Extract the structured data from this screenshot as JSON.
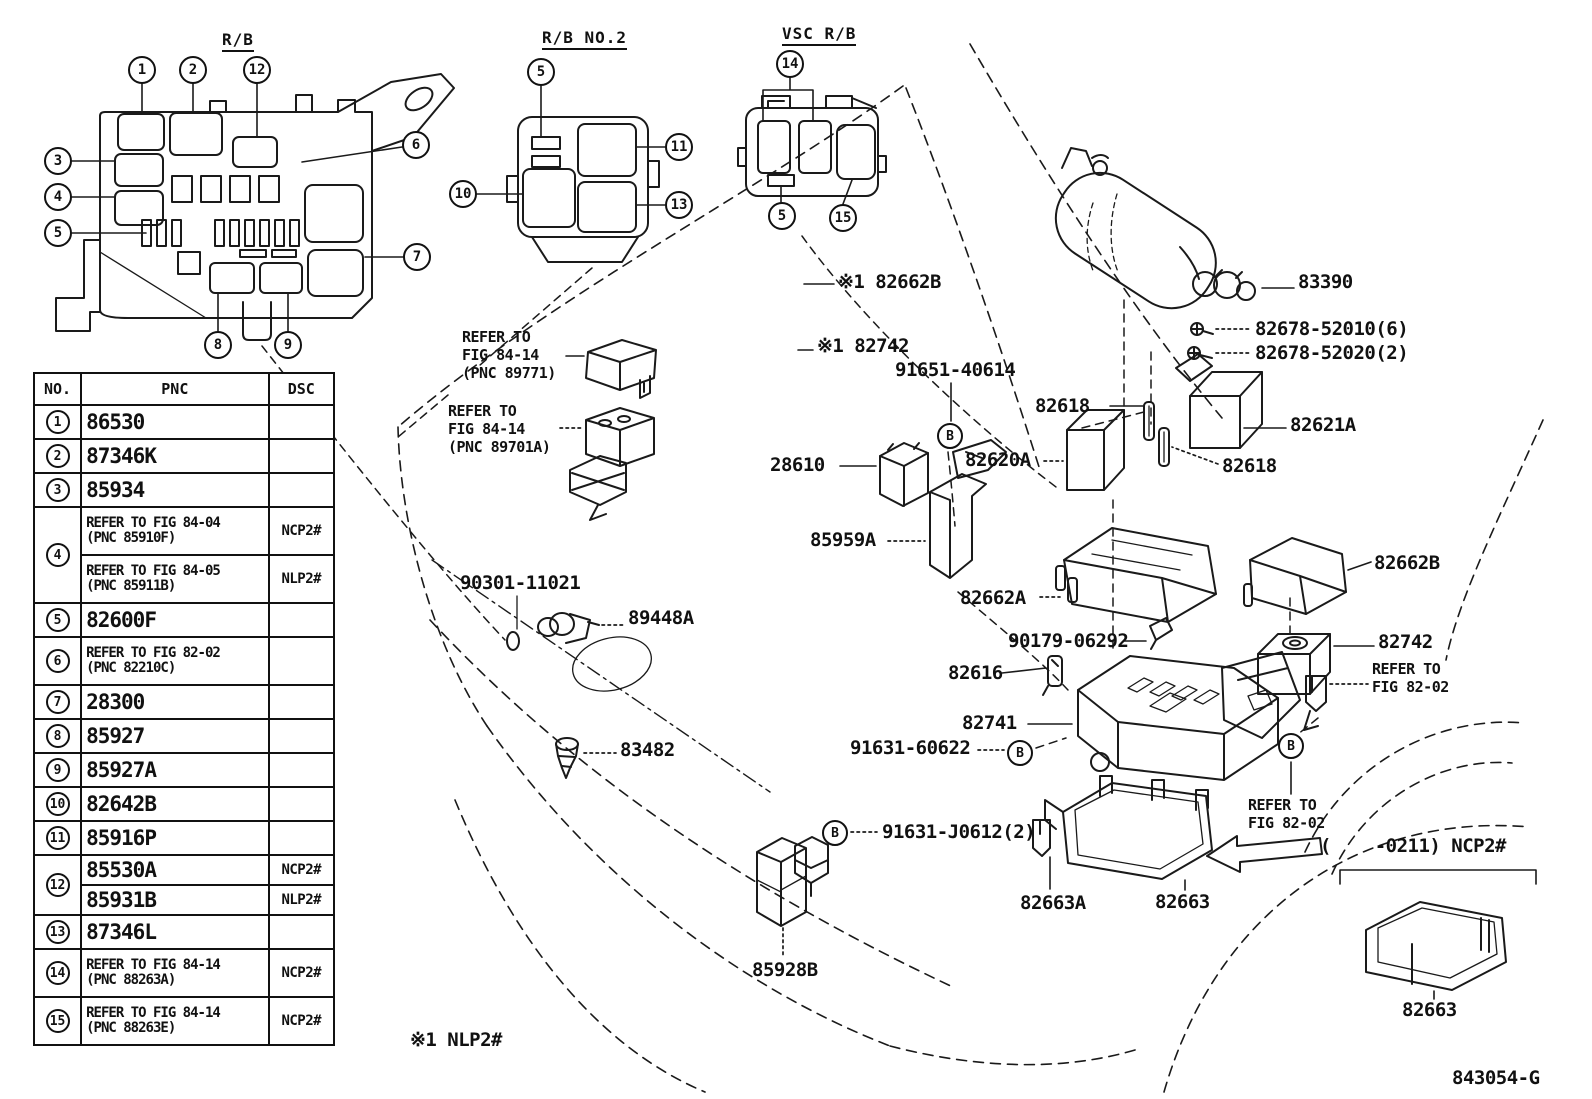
{
  "titles": {
    "rb": "R/B",
    "rb_no2": "R/B NO.2",
    "vsc_rb": "VSC R/B"
  },
  "table": {
    "headers": {
      "no": "NO.",
      "pnc": "PNC",
      "dsc": "DSC"
    },
    "rows": [
      {
        "no": "1",
        "pnc": "86530",
        "dsc": ""
      },
      {
        "no": "2",
        "pnc": "87346K",
        "dsc": ""
      },
      {
        "no": "3",
        "pnc": "85934",
        "dsc": ""
      },
      {
        "no": "4",
        "sub1": {
          "l1": "REFER TO FIG 84-04",
          "l2": "(PNC 85910F)",
          "dsc": "NCP2#"
        },
        "sub2": {
          "l1": "REFER TO FIG 84-05",
          "l2": "(PNC 85911B)",
          "dsc": "NLP2#"
        }
      },
      {
        "no": "5",
        "pnc": "82600F",
        "dsc": ""
      },
      {
        "no": "6",
        "l1": "REFER TO FIG 82-02",
        "l2": "(PNC 82210C)",
        "dsc": ""
      },
      {
        "no": "7",
        "pnc": "28300",
        "dsc": ""
      },
      {
        "no": "8",
        "pnc": "85927",
        "dsc": ""
      },
      {
        "no": "9",
        "pnc": "85927A",
        "dsc": ""
      },
      {
        "no": "10",
        "pnc": "82642B",
        "dsc": ""
      },
      {
        "no": "11",
        "pnc": "85916P",
        "dsc": ""
      },
      {
        "no": "12",
        "sub1": {
          "pnc": "85530A",
          "dsc": "NCP2#"
        },
        "sub2": {
          "pnc": "85931B",
          "dsc": "NLP2#"
        }
      },
      {
        "no": "13",
        "pnc": "87346L",
        "dsc": ""
      },
      {
        "no": "14",
        "l1": "REFER TO FIG 84-14",
        "l2": "(PNC 88263A)",
        "dsc": "NCP2#"
      },
      {
        "no": "15",
        "l1": "REFER TO FIG 84-14",
        "l2": "(PNC 88263E)",
        "dsc": "NCP2#"
      }
    ]
  },
  "callouts": {
    "n1": "1",
    "n2": "2",
    "n3": "3",
    "n4": "4",
    "n5": "5",
    "n6": "6",
    "n7": "7",
    "n8": "8",
    "n9": "9",
    "n10": "10",
    "n11": "11",
    "n12": "12",
    "n13": "13",
    "n14": "14",
    "n15": "15",
    "b": "B"
  },
  "labels": {
    "x82662b_top": "※1 82662B",
    "x82742_top": "※1 82742",
    "p91651": "91651-40614",
    "p83390": "83390",
    "p82678_1": "82678-52010(6)",
    "p82678_2": "82678-52020(2)",
    "p82618_a": "82618",
    "p82621a": "82621A",
    "p82618_b": "82618",
    "p28610": "28610",
    "p82620a": "82620A",
    "p85959a": "85959A",
    "p82662a": "82662A",
    "p82662b": "82662B",
    "p90179": "90179-06292",
    "p82742": "82742",
    "p82616": "82616",
    "p82741": "82741",
    "p91631_60622": "91631-60622",
    "p91631_j0612": "91631-J0612(2)",
    "p82663a": "82663A",
    "p82663": "82663",
    "p85928b": "85928B",
    "p83482": "83482",
    "p89448a": "89448A",
    "p90301": "90301-11021",
    "refer_8414_a": "REFER TO\nFIG 84-14\n(PNC 89771)",
    "refer_8414_b": "REFER TO\nFIG 84-14\n(PNC 89701A)",
    "refer_8202_a": "REFER TO\nFIG 82-02",
    "refer_8202_b": "REFER TO\nFIG 82-02",
    "range_note": "(    -0211) NCP2#",
    "p82663_br": "82663",
    "footnote": "※1 NLP2#",
    "code": "843054-G"
  }
}
